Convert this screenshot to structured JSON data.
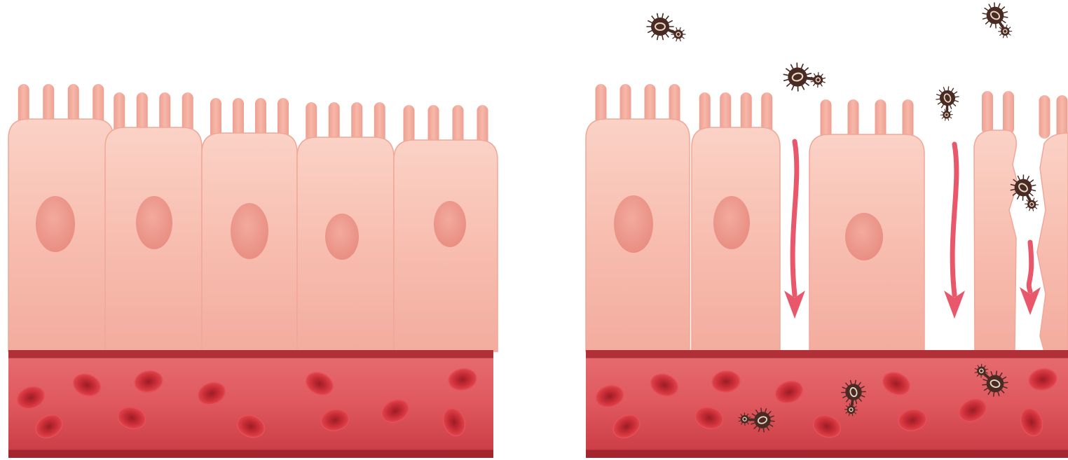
{
  "colors": {
    "background": "#ffffff",
    "cell_fill_top": "#f9cabd",
    "cell_fill_bottom": "#f2aa9c",
    "microvilli": "#f2a898",
    "nucleus": "#ee9a8e",
    "vessel_wall": "#a82a32",
    "vessel_inner_top": "#e86a70",
    "vessel_inner_bottom": "#c63440",
    "red_blood_cell": "#d63a42",
    "red_blood_cell_core": "#a82029",
    "pathogen": "#4a2b24",
    "pathogen_ring": "#e9d8c6",
    "leak_arrow": "#e8576a"
  },
  "panels": [
    {
      "id": "healthy",
      "cells": 5,
      "pathogens_above": 0,
      "pathogens_in_vessel": 0,
      "leak_arrows": 0,
      "tight_junctions": "intact"
    },
    {
      "id": "leaky",
      "cells": 5,
      "pathogens_above": 4,
      "pathogens_in_gaps": 1,
      "pathogens_in_vessel": 3,
      "leak_arrows": 3,
      "tight_junctions": "broken"
    }
  ],
  "icons": {
    "pathogen": "pathogen-icon",
    "arrow": "arrow-down-icon",
    "blood_cell": "red-blood-cell-icon",
    "nucleus": "nucleus-icon"
  }
}
